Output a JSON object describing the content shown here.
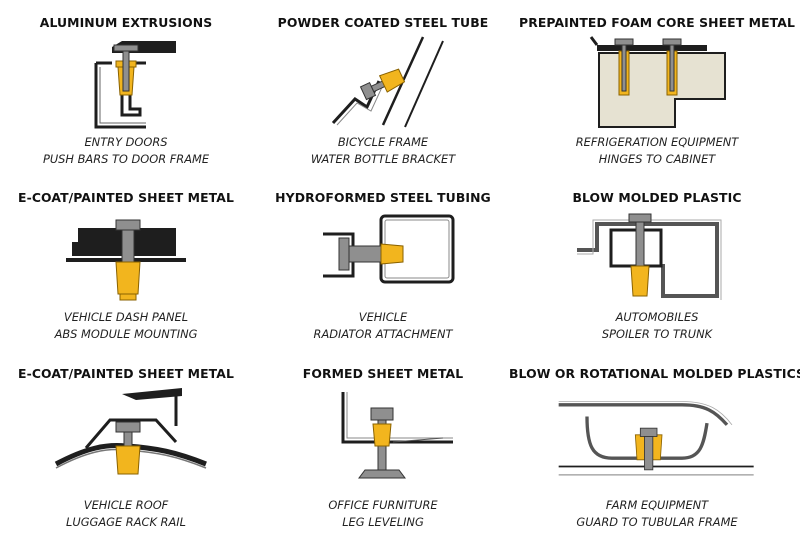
{
  "cells": [
    {
      "title": "ALUMINUM EXTRUSIONS",
      "caption1": "ENTRY DOORS",
      "caption2": "PUSH BARS TO DOOR FRAME"
    },
    {
      "title": "POWDER COATED STEEL TUBE",
      "caption1": "BICYCLE FRAME",
      "caption2": "WATER BOTTLE BRACKET"
    },
    {
      "title": "PREPAINTED FOAM CORE SHEET METAL",
      "caption1": "REFRIGERATION EQUIPMENT",
      "caption2": "HINGES TO CABINET"
    },
    {
      "title": "E-COAT/PAINTED SHEET METAL",
      "caption1": "VEHICLE DASH PANEL",
      "caption2": "ABS MODULE MOUNTING"
    },
    {
      "title": "HYDROFORMED STEEL TUBING",
      "caption1": "VEHICLE",
      "caption2": "RADIATOR ATTACHMENT"
    },
    {
      "title": "BLOW MOLDED PLASTIC",
      "caption1": "AUTOMOBILES",
      "caption2": "SPOILER TO TRUNK"
    },
    {
      "title": "E-COAT/PAINTED SHEET METAL",
      "caption1": "VEHICLE ROOF",
      "caption2": "LUGGAGE RACK RAIL"
    },
    {
      "title": "FORMED SHEET METAL",
      "caption1": "OFFICE FURNITURE",
      "caption2": "LEG LEVELING"
    },
    {
      "title": "BLOW OR ROTATIONAL MOLDED PLASTICS",
      "caption1": "FARM EQUIPMENT",
      "caption2": "GUARD TO TUBULAR FRAME"
    }
  ],
  "colors": {
    "insert_gold": "#f2b51e",
    "bolt_gray": "#8f8f8f",
    "material_dark": "#1e1e1e",
    "foam": "#e6e2d2"
  }
}
